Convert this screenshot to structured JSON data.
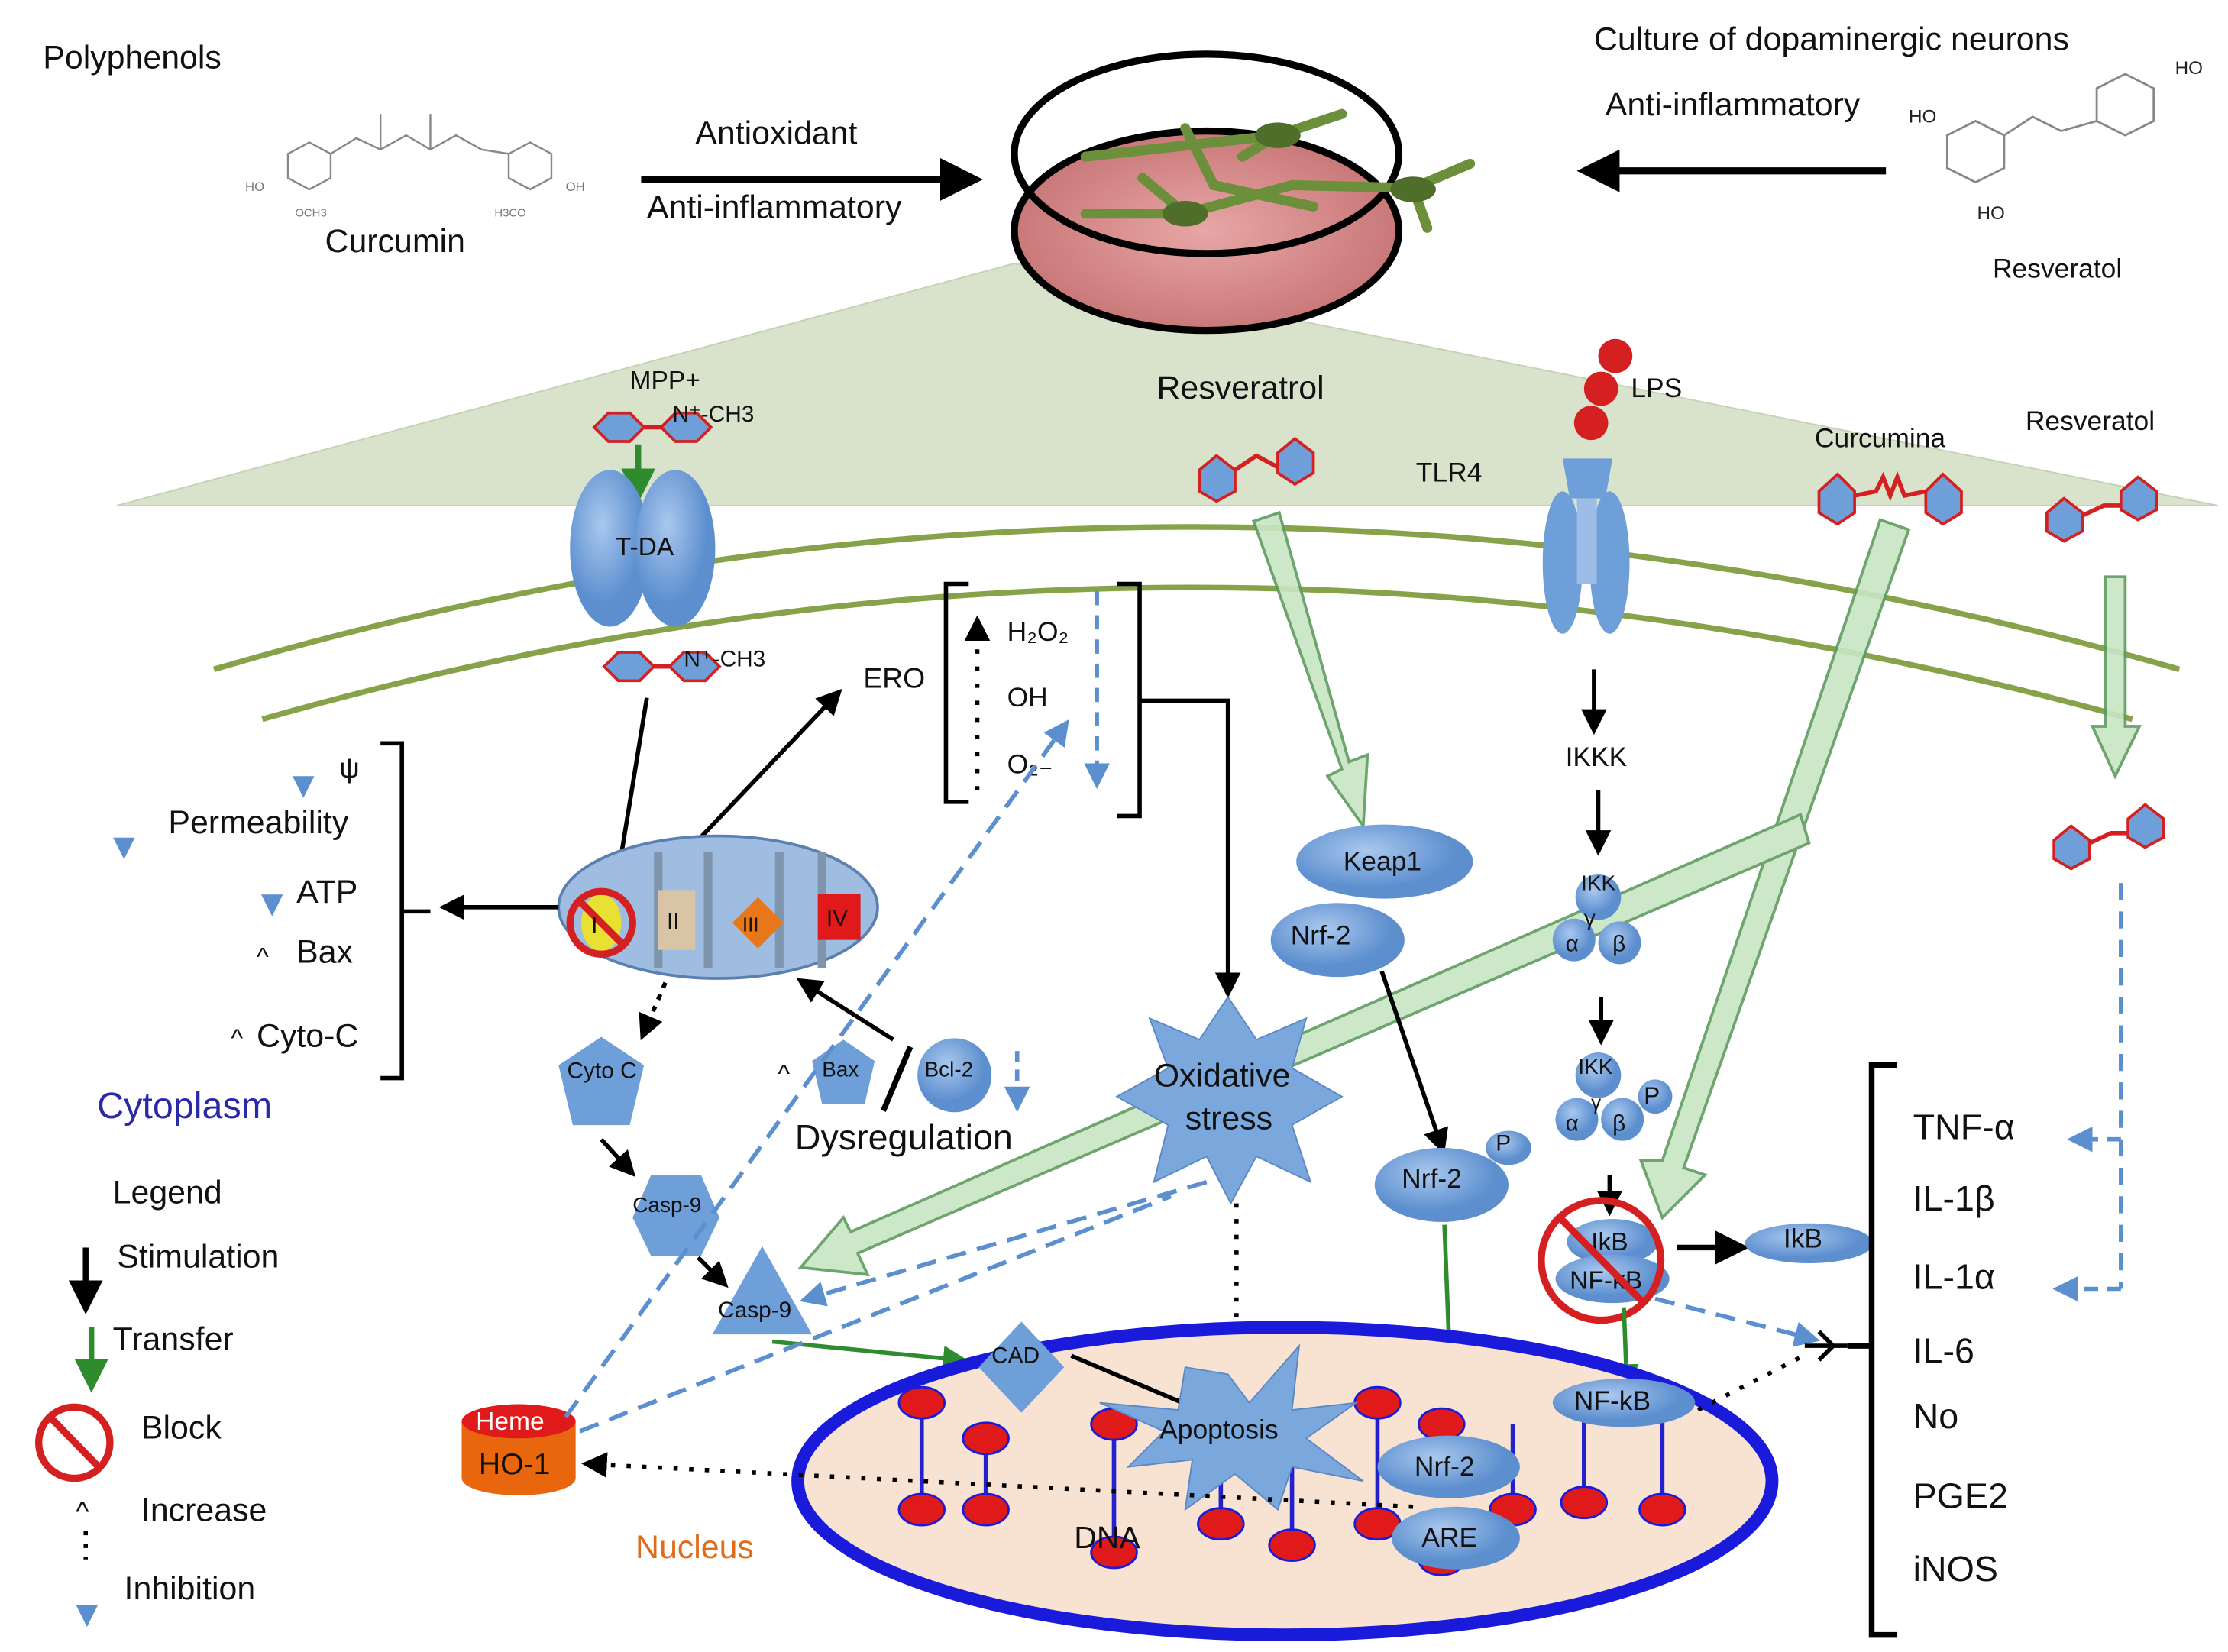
{
  "header": {
    "polyphenols": "Polyphenols",
    "curcumin": "Curcumin",
    "antioxidant": "Antioxidant",
    "anti_inflammatory_left": "Anti-inflammatory",
    "culture": "Culture of dopaminergic neurons",
    "anti_inflammatory_right": "Anti-inflammatory",
    "resveratol_top": "Resveratol",
    "curcumin_groups": {
      "ho": "HO",
      "och3": "OCH3",
      "h3co": "H3CO",
      "oh": "OH"
    },
    "resveratol_groups": {
      "ho1": "HO",
      "ho2": "HO",
      "ho3": "HO"
    }
  },
  "membrane": {
    "mpp": "MPP+",
    "n_ch3_top": "N⁺-CH3",
    "tda": "T-DA",
    "n_ch3_bottom": "N⁺-CH3",
    "resveratrol": "Resveratrol",
    "tlr4": "TLR4",
    "lps": "LPS",
    "curcumina": "Curcumina",
    "resveratol_right": "Resveratol"
  },
  "ros": {
    "ero": "ERO",
    "h2o2": "H₂O₂",
    "oh": "OH",
    "o2": "O₂₋"
  },
  "mito": {
    "psi": "ψ",
    "permeability": "Permeability",
    "atp": "ATP",
    "bax": "Bax",
    "cyto_c": "Cyto-C",
    "complexes": [
      "I",
      "II",
      "III",
      "IV"
    ]
  },
  "cytoplasm": {
    "label": "Cytoplasm",
    "cyto_c": "Cyto C",
    "bax": "Bax",
    "bcl2": "Bcl-2",
    "dysregulation": "Dysregulation",
    "casp9_a": "Casp-9",
    "casp9_b": "Casp-9",
    "oxidative_stress": [
      "Oxidative",
      "stress"
    ],
    "keap1": "Keap1",
    "nrf2_a": "Nrf-2",
    "nrf2_b": "Nrf-2",
    "p1": "P",
    "ikkk": "IKKK",
    "ikk1": "IKK",
    "ikk2": "IKK",
    "alpha": "α",
    "beta": "β",
    "gamma": "γ",
    "p2": "P",
    "ikb_block": "IkB",
    "nfkb_block": "NF-kB",
    "ikb": "IkB"
  },
  "nucleus": {
    "label": "Nucleus",
    "cad": "CAD",
    "apoptosis": "Apoptosis",
    "nrf2": "Nrf-2",
    "are": "ARE",
    "nfkb": "NF-kB",
    "dna": "DNA",
    "heme": "Heme",
    "ho1": "HO-1"
  },
  "mediators": [
    "TNF-α",
    "IL-1β",
    "IL-1α",
    "IL-6",
    "No",
    "PGE2",
    "iNOS"
  ],
  "legend": {
    "title": "Legend",
    "stimulation": "Stimulation",
    "transfer": "Transfer",
    "block": "Block",
    "increase": "Increase",
    "inhibition": "Inhibition"
  },
  "colors": {
    "blue_shape": "#6f9fd8",
    "red_molecule": "#d42020",
    "green_arrow": "#2e8b2e",
    "triangle_fill": "#d9e3cc",
    "nucleus_border": "#1a1adb",
    "nucleus_fill": "#f8e2d2",
    "cytoplasm_text": "#2a2aa8",
    "nucleus_text": "#e06b1a"
  }
}
